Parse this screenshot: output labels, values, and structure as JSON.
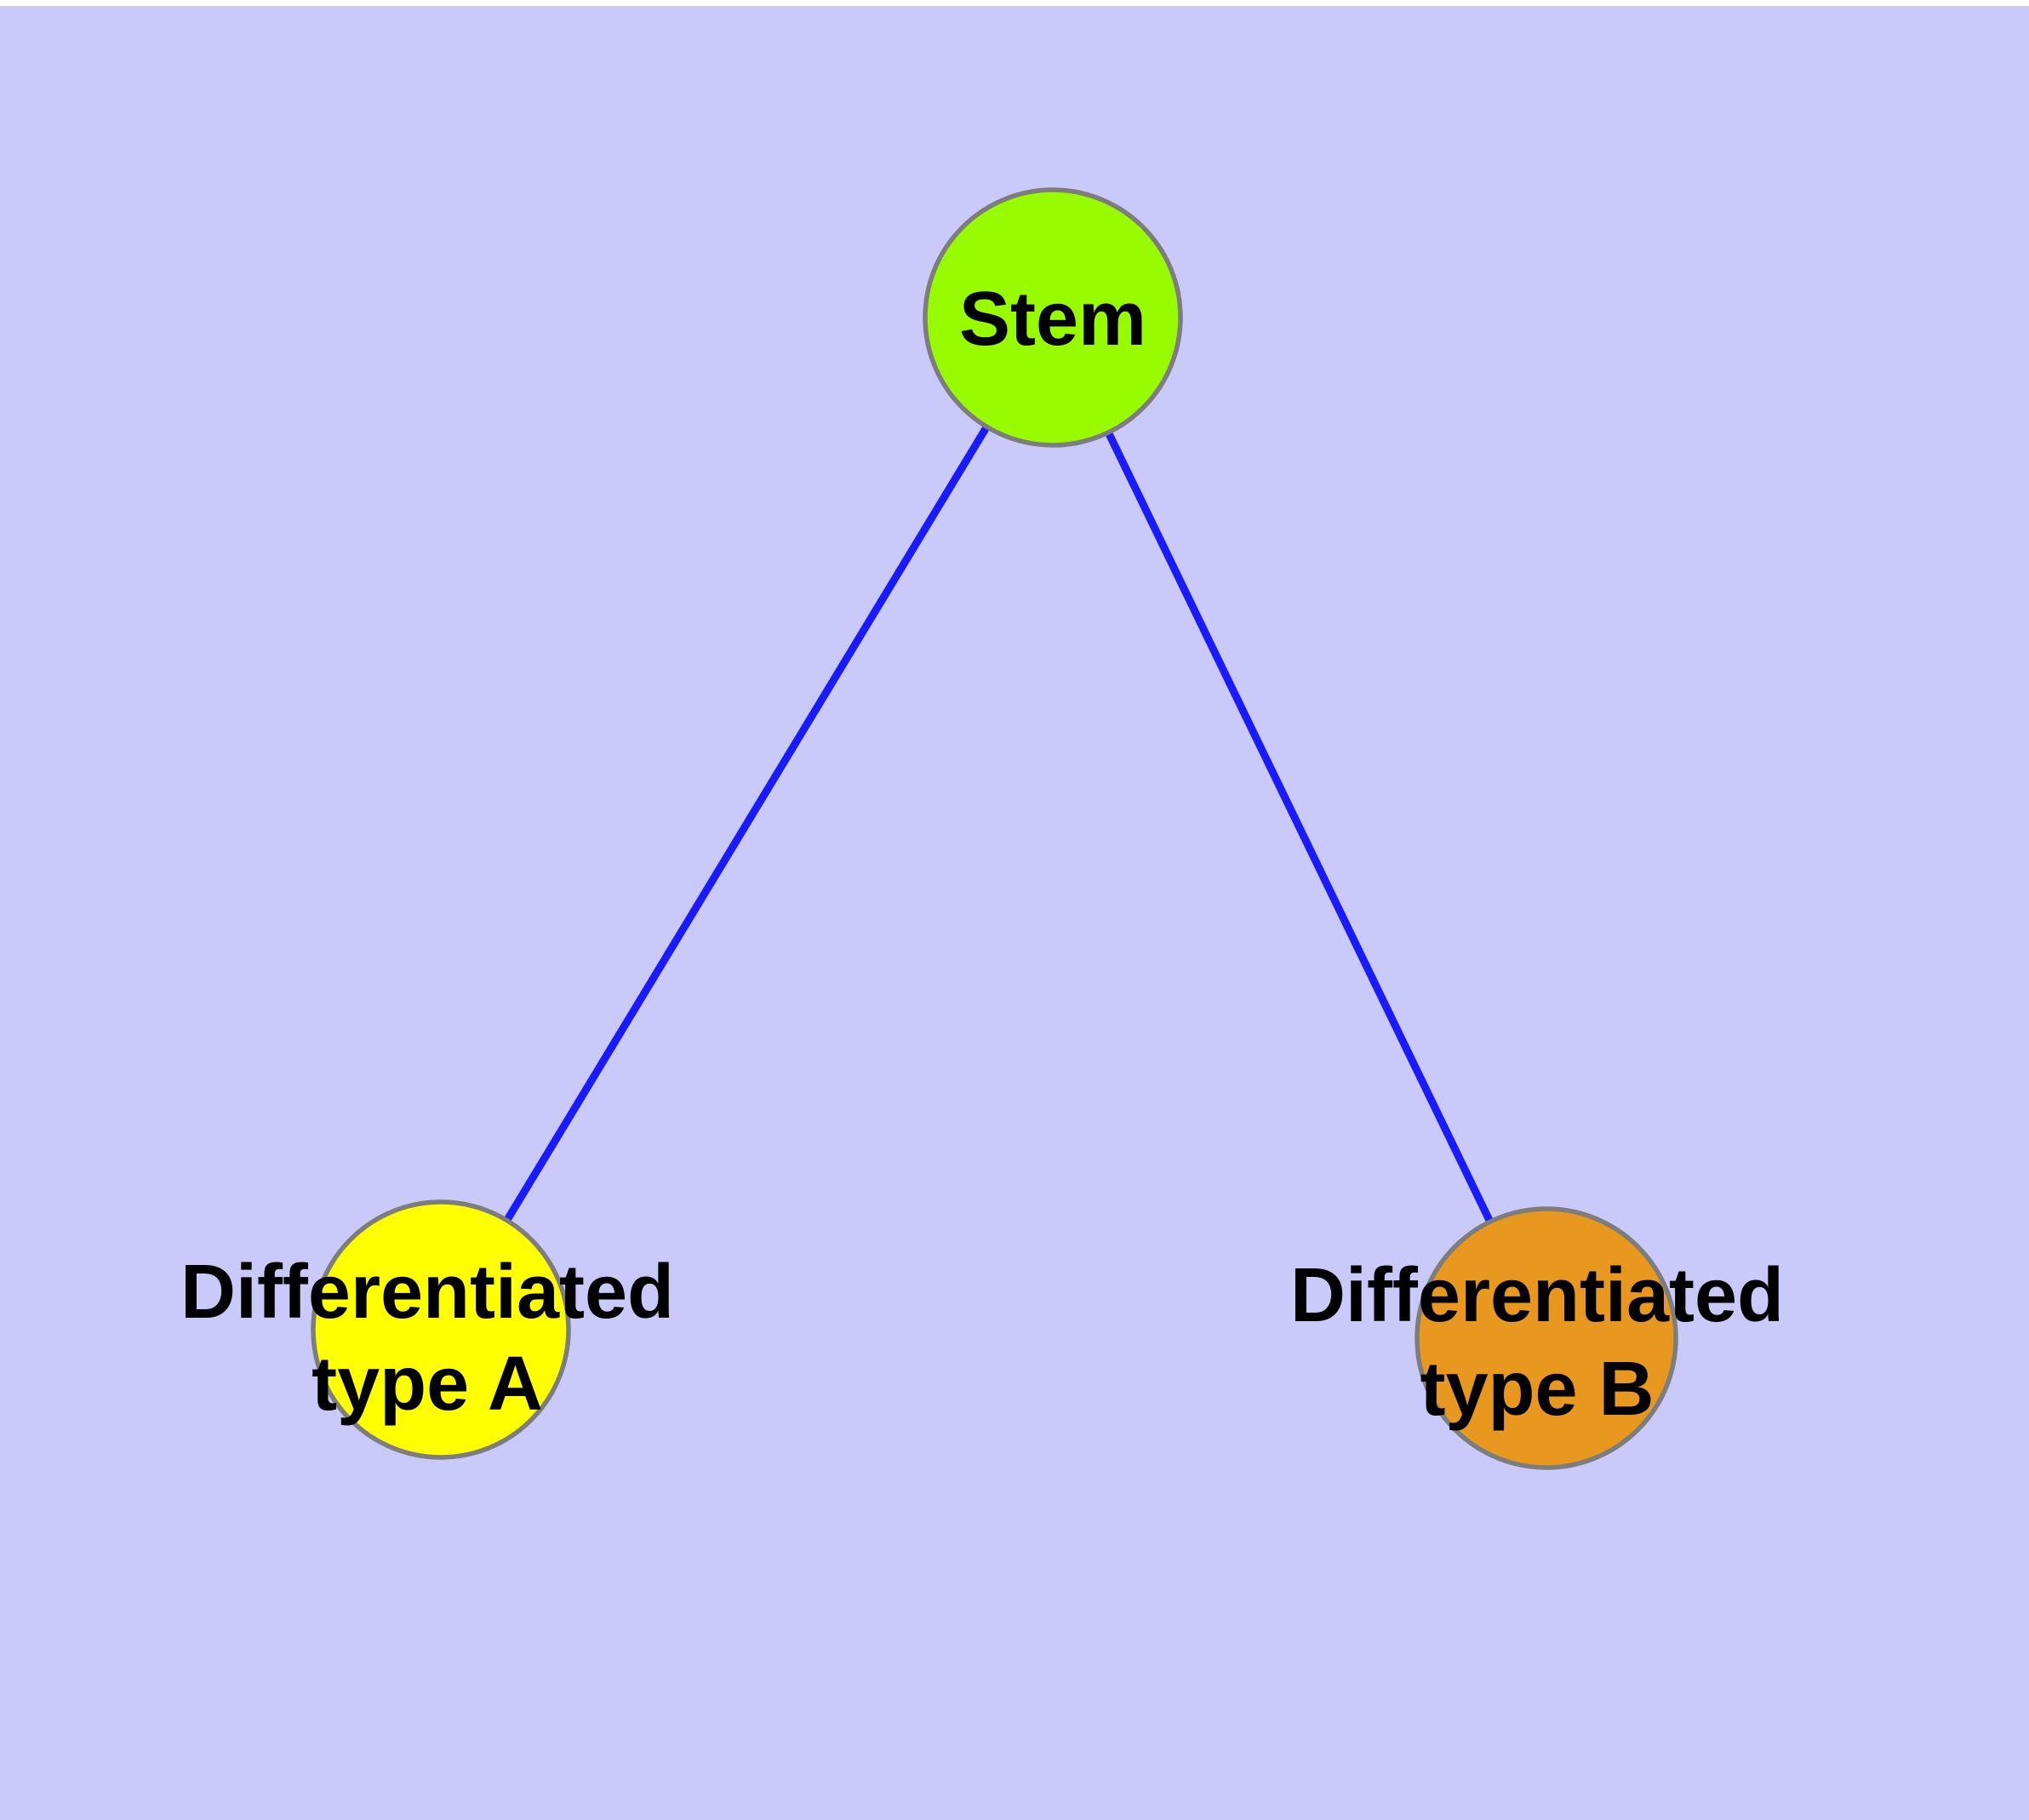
{
  "diagram": {
    "background_color": "#C9C9FA",
    "top_strip_color": "#FFFFFF",
    "edge_color": "#1A1AFF",
    "node_border_color": "#7D7D7D",
    "label_color": "#000000",
    "nodes": [
      {
        "id": "stem",
        "label": "Stem",
        "line1": "Stem",
        "line2": "",
        "fill": "#99FB00"
      },
      {
        "id": "differentiated-type-a",
        "label": "Differentiated type A",
        "line1": "Differentiated",
        "line2": "type A",
        "fill": "#FFFF00"
      },
      {
        "id": "differentiated-type-b",
        "label": "Differentiated type B",
        "line1": "Differentiated",
        "line2": "type B",
        "fill": "#E8981E"
      }
    ],
    "edges": [
      {
        "from": "Stem",
        "to": "Differentiated type A"
      },
      {
        "from": "Stem",
        "to": "Differentiated type B"
      }
    ]
  }
}
